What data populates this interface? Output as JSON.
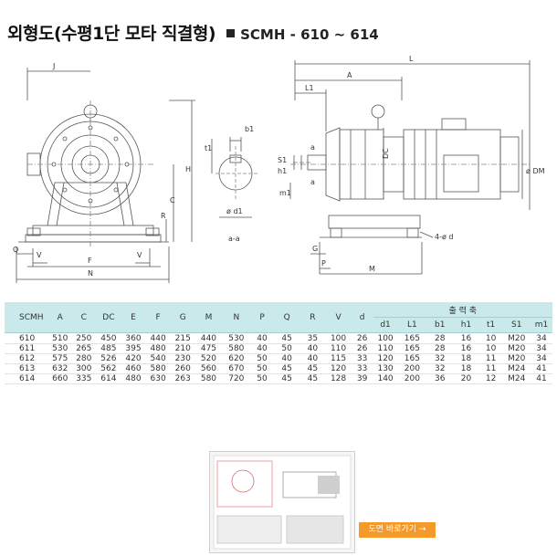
{
  "title": {
    "main": "외형도(수평1단 모타 직결형)",
    "model": "SCMH - 610 ~ 614"
  },
  "drawing": {
    "front_labels": {
      "J": "J",
      "H": "H",
      "C": "C",
      "R": "R",
      "Q": "Q",
      "V_left": "V",
      "F": "F",
      "V_right": "V",
      "N": "N"
    },
    "section_labels": {
      "b1": "b1",
      "t1": "t1",
      "d1": "ø d1",
      "aa": "a-a"
    },
    "side_labels": {
      "L": "L",
      "A": "A",
      "L1": "L1",
      "DC": "DC",
      "a_top": "a",
      "a_bottom": "a",
      "S1": "S1",
      "h1": "h1",
      "m1": "m1",
      "DM": "ø DM",
      "G": "G",
      "holes": "4-ø d",
      "P": "P",
      "M": "M"
    }
  },
  "table": {
    "headers": [
      "SCMH",
      "A",
      "C",
      "DC",
      "E",
      "F",
      "G",
      "M",
      "N",
      "P",
      "Q",
      "R",
      "V",
      "d"
    ],
    "output_header": "출 력 축",
    "output_columns": [
      "d1",
      "L1",
      "b1",
      "h1",
      "t1",
      "S1",
      "m1"
    ],
    "rows": [
      [
        "610",
        "510",
        "250",
        "450",
        "360",
        "440",
        "215",
        "440",
        "530",
        "40",
        "45",
        "35",
        "100",
        "26",
        "100",
        "165",
        "28",
        "16",
        "10",
        "M20",
        "34"
      ],
      [
        "611",
        "530",
        "265",
        "485",
        "395",
        "480",
        "210",
        "475",
        "580",
        "40",
        "50",
        "40",
        "110",
        "26",
        "110",
        "165",
        "28",
        "16",
        "10",
        "M20",
        "34"
      ],
      [
        "612",
        "575",
        "280",
        "526",
        "420",
        "540",
        "230",
        "520",
        "620",
        "50",
        "40",
        "40",
        "115",
        "33",
        "120",
        "165",
        "32",
        "18",
        "11",
        "M20",
        "34"
      ],
      [
        "613",
        "632",
        "300",
        "562",
        "460",
        "580",
        "260",
        "560",
        "670",
        "50",
        "45",
        "45",
        "120",
        "33",
        "130",
        "200",
        "32",
        "18",
        "11",
        "M24",
        "41"
      ],
      [
        "614",
        "660",
        "335",
        "614",
        "480",
        "630",
        "263",
        "580",
        "720",
        "50",
        "45",
        "45",
        "128",
        "39",
        "140",
        "200",
        "36",
        "20",
        "12",
        "M24",
        "41"
      ]
    ]
  },
  "thumbnail": {
    "button_label": "도면 바로가기 →"
  }
}
